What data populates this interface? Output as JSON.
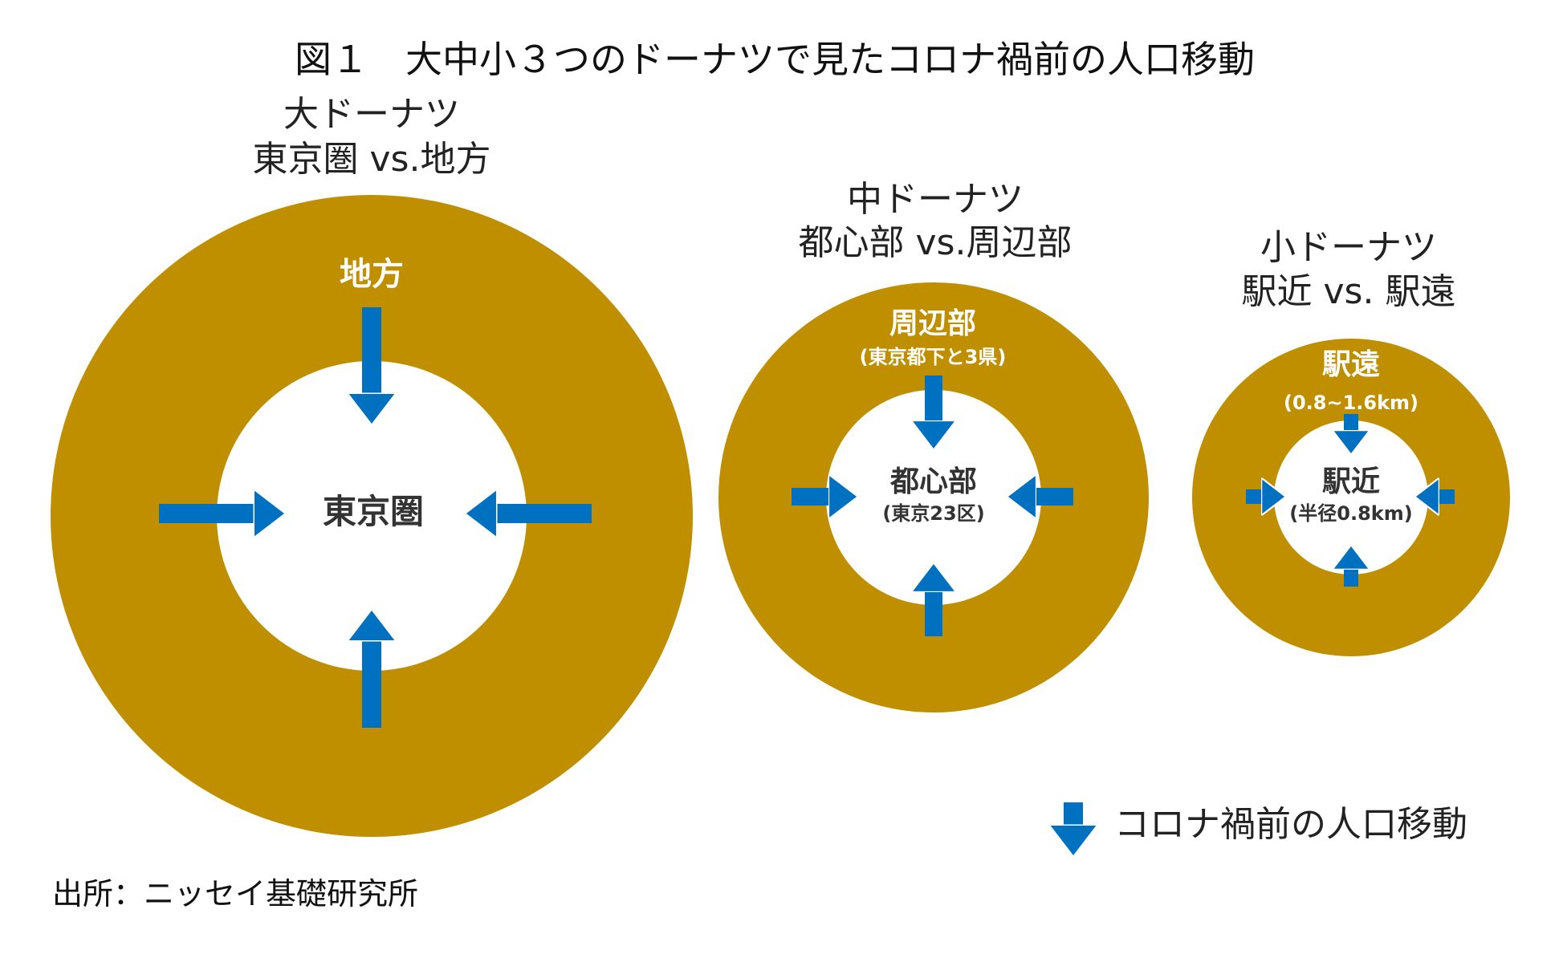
{
  "title": "図１　大中小３つのドーナツで見たコロナ禍前の人口移動",
  "colors": {
    "ring": "#BF8F00",
    "arrow": "#0070C0",
    "hole": "#FFFFFF"
  },
  "large": {
    "heading_1": "大ドーナツ",
    "heading_2": "東京圏 vs.地方",
    "outer_label": "地方",
    "inner_label": "東京圏"
  },
  "medium": {
    "heading_1": "中ドーナツ",
    "heading_2": "都心部 vs.周辺部",
    "outer_label": "周辺部",
    "outer_sub": "(東京都下と3県)",
    "inner_label": "都心部",
    "inner_sub": "(東京23区)"
  },
  "small": {
    "heading_1": "小ドーナツ",
    "heading_2": "駅近 vs. 駅遠",
    "outer_label": "駅遠",
    "outer_sub": "(0.8~1.6km)",
    "inner_label": "駅近",
    "inner_sub": "(半径0.8km)"
  },
  "legend": {
    "label": "コロナ禍前の人口移動",
    "icon": "down-arrow-icon"
  },
  "source": "出所：ニッセイ基礎研究所"
}
